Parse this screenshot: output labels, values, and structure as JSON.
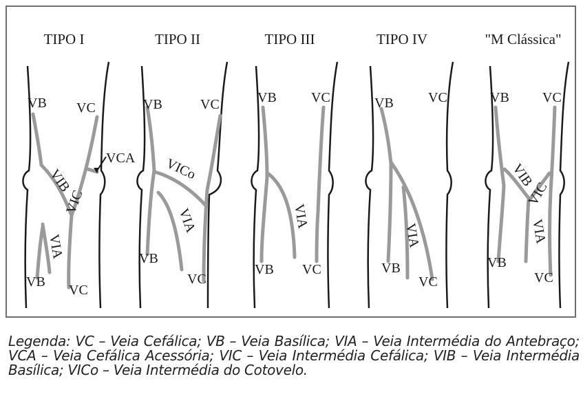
{
  "panels": [
    {
      "title": "TIPO I",
      "labels": {
        "vb_top": "VB",
        "vc_top": "VC",
        "vca": "VCA",
        "vib": "VIB",
        "vic": "VIC",
        "via": "VIA",
        "vb_bottom": "VB",
        "vc_bottom": "VC"
      }
    },
    {
      "title": "TIPO II",
      "labels": {
        "vb_top": "VB",
        "vc_top": "VC",
        "vico": "VICo",
        "via": "VIA",
        "vb_bottom": "VB",
        "vc_bottom": "VC"
      }
    },
    {
      "title": "TIPO III",
      "labels": {
        "vb_top": "VB",
        "vc_top": "VC",
        "via": "VIA",
        "vb_bottom": "VB",
        "vc_bottom": "VC"
      }
    },
    {
      "title": "TIPO IV",
      "labels": {
        "vb_top": "VB",
        "vc_top": "VC",
        "via": "VIA",
        "vb_bottom": "VB",
        "vc_bottom": "VC"
      }
    },
    {
      "title": "\"M Clássica\"",
      "labels": {
        "vb_top": "VB",
        "vc_top": "VC",
        "vib": "VIB",
        "vic": "VIC",
        "via": "VIA",
        "vb_bottom": "VB",
        "vc_bottom": "VC"
      }
    }
  ],
  "caption": "Legenda: VC – Veia Cefálica; VB – Veia Basílica; VIA – Veia Intermédia do Antebraço; VCA – Veia Cefálica Acessória; VIC – Veia Intermédia Cefálica; VIB – Veia Intermédia Basílica; VICo – Veia Intermédia do Cotovelo."
}
